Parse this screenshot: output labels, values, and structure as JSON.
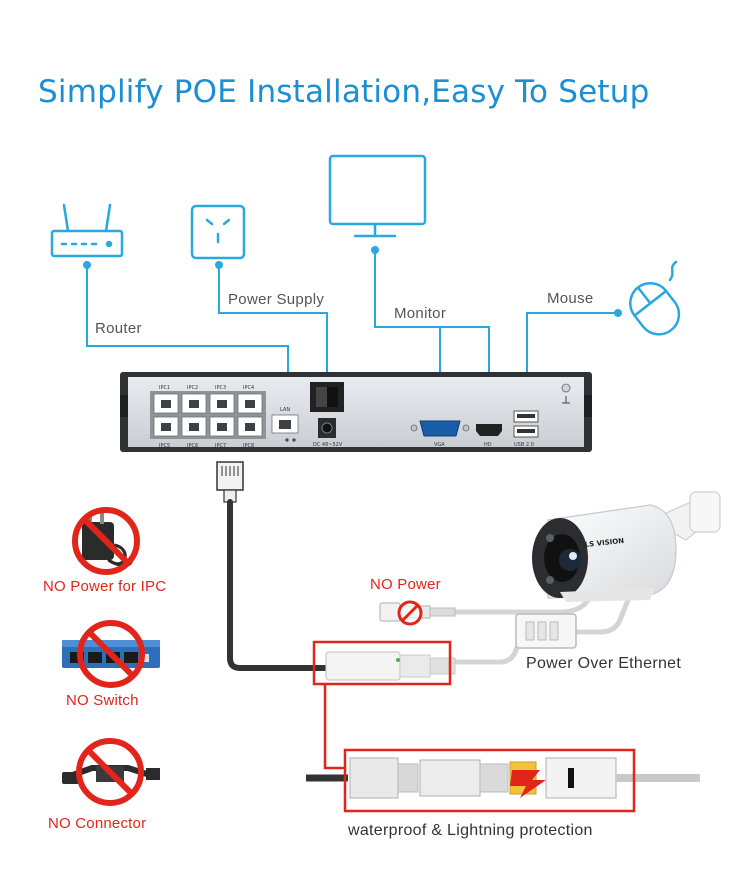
{
  "title": "Simplify POE Installation,Easy To Setup",
  "labels": {
    "router": "Router",
    "power_supply": "Power Supply",
    "monitor": "Monitor",
    "mouse": "Mouse",
    "no_power": "NO Power",
    "poe": "Power Over Ethernet",
    "no_power_ipc": "NO Power for IPC",
    "no_switch": "NO Switch",
    "no_connector": "NO Connector",
    "waterproof": "waterproof & Lightning protection"
  },
  "nvr": {
    "ports_top": [
      "IPC1",
      "IPC2",
      "IPC3",
      "IPC4"
    ],
    "ports_bottom": [
      "IPC5",
      "IPC6",
      "IPC7",
      "IPC8"
    ],
    "lan": "LAN",
    "dc": "DC 48~52V",
    "vga": "VGA",
    "hd": "HD",
    "usb": "USB 2.0"
  },
  "camera_brand": "LS VISION",
  "colors": {
    "accent": "#1b8fd2",
    "line": "#29a8e0",
    "warning": "#e1251b"
  }
}
